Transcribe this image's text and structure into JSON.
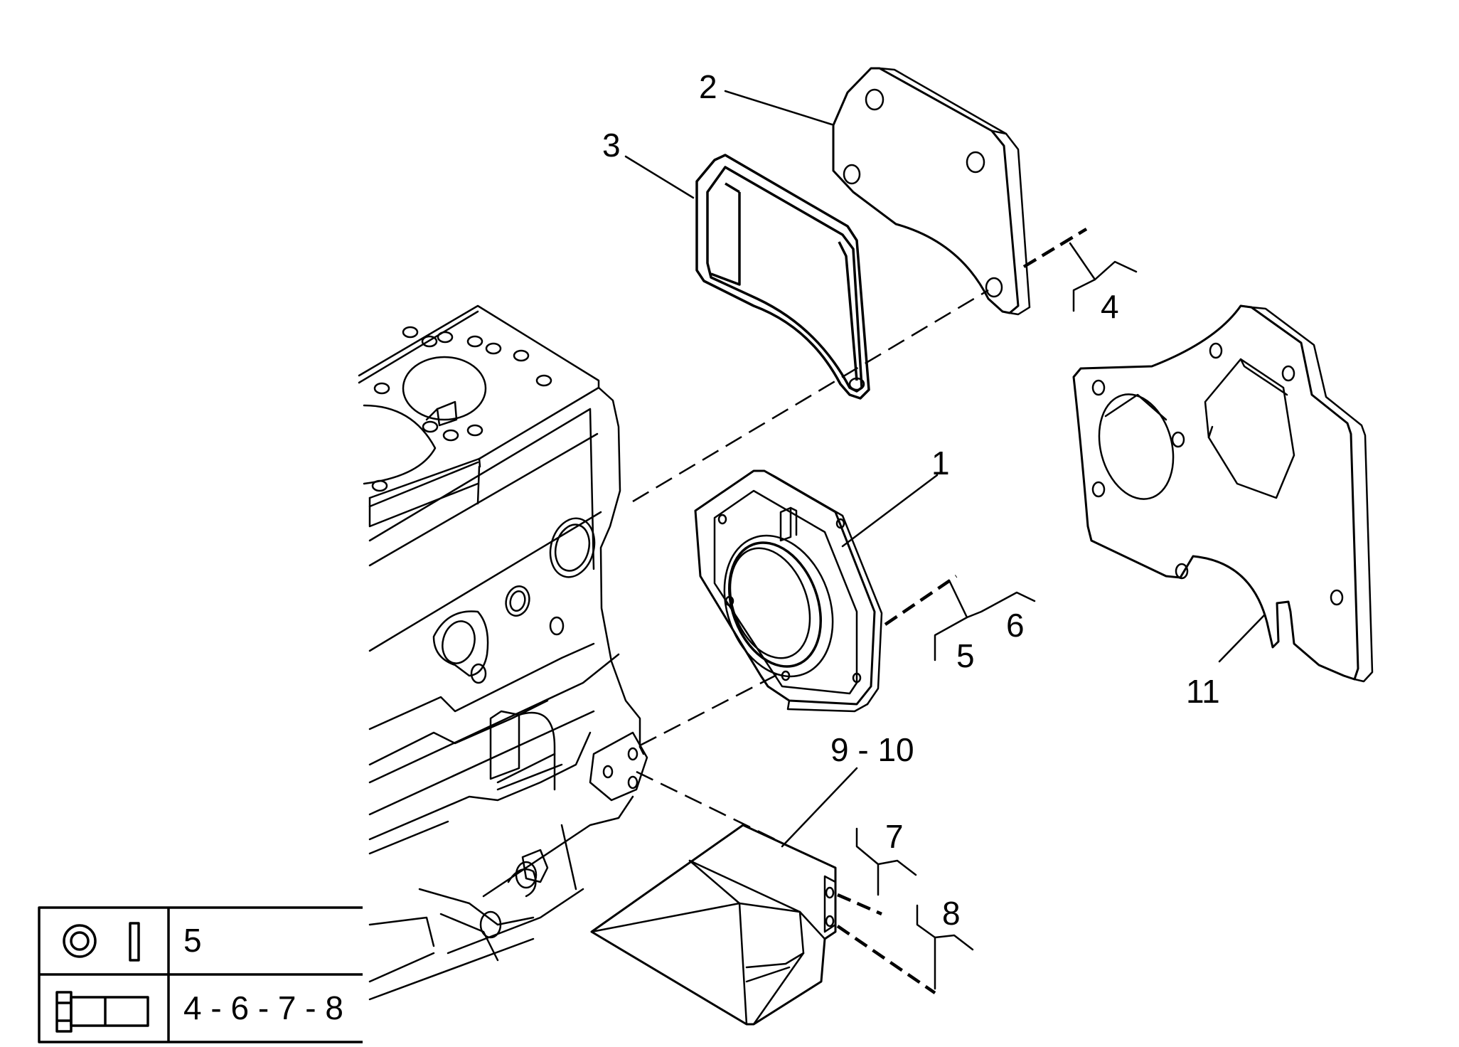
{
  "callouts": {
    "c1": "1",
    "c2": "2",
    "c3": "3",
    "c4": "4",
    "c5": "5",
    "c6": "6",
    "c7": "7",
    "c8": "8",
    "c9_10": "9 - 10",
    "c11": "11"
  },
  "legend": {
    "row1_refs": "5",
    "row2_refs": "4 - 6 - 7 - 8",
    "row1_icon": "washer-icon",
    "row2_icon": "bolt-icon"
  }
}
